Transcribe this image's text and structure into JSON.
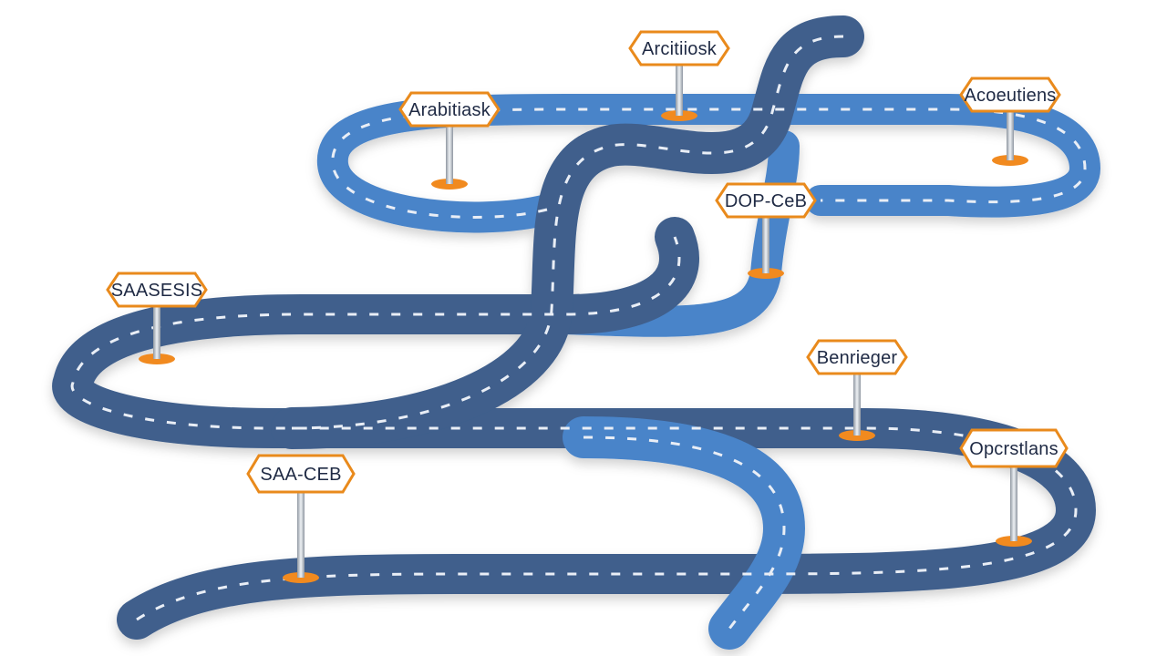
{
  "diagram": {
    "type": "roadmap",
    "colors": {
      "road_dark": "#3f5f8c",
      "road_light": "#4a84c9",
      "lane_marking": "#e9eef6",
      "sign_border": "#e98a1c",
      "sign_fill": "#ffffff",
      "sign_text": "#1f2a44",
      "base_ring": "#f18a1f",
      "pole": "#c7cdd4"
    },
    "signposts": [
      {
        "id": "arbitiask",
        "label": "Arabitiask"
      },
      {
        "id": "arcitinsk",
        "label": "Arcitiiosk"
      },
      {
        "id": "accentions",
        "label": "Acoeutiens"
      },
      {
        "id": "dop-ceb",
        "label": "DOP-CeB"
      },
      {
        "id": "saasesis",
        "label": "SAASESIS"
      },
      {
        "id": "benriever",
        "label": "Benrieger"
      },
      {
        "id": "saa-ceb",
        "label": "SAA-CEB"
      },
      {
        "id": "operstlans",
        "label": "Opcrstlans"
      }
    ]
  }
}
